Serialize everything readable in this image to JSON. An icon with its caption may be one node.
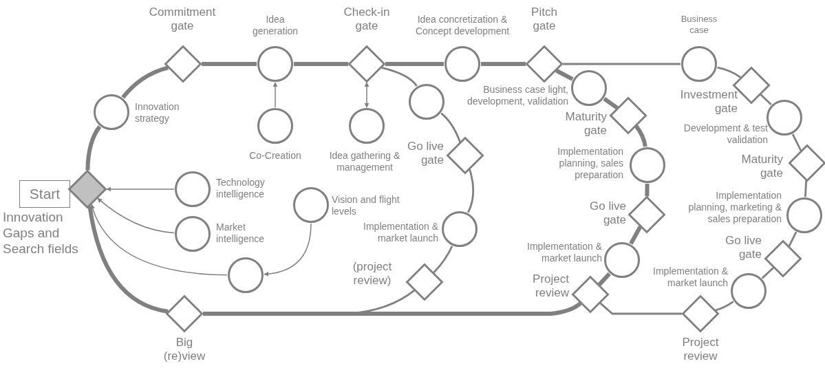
{
  "diagram": {
    "nodes": [
      {
        "text": [
          "Start"
        ]
      },
      {
        "text": [],
        "shape": "diamond",
        "beside": [
          "Innovation Gaps and Search fields"
        ]
      },
      {
        "text": [],
        "shape": "circle",
        "beside": [
          "Innovation strategy"
        ]
      },
      {
        "text": [],
        "shape": "diamond",
        "beside": [
          "Commitment gate"
        ]
      },
      {
        "text": [],
        "shape": "circle",
        "beside": [
          "Idea generation"
        ]
      },
      {
        "text": [],
        "shape": "circle",
        "beside": [
          "Co-Creation"
        ]
      },
      {
        "text": [],
        "shape": "diamond",
        "beside": [
          "Check-in gate"
        ]
      },
      {
        "text": [],
        "shape": "circle",
        "beside": [
          "Idea gathering & management"
        ]
      },
      {
        "text": [],
        "shape": "circle",
        "beside": [
          "Idea concretization & Concept development"
        ]
      },
      {
        "text": [],
        "shape": "diamond",
        "beside": [
          "Pitch gate"
        ]
      },
      {
        "text": [],
        "shape": "circle",
        "beside": [
          "Business case"
        ]
      },
      {
        "text": [],
        "shape": "circle"
      },
      {
        "text": [],
        "shape": "circle",
        "beside": [
          "Business case light, development, validation"
        ]
      },
      {
        "text": [],
        "shape": "diamond",
        "beside": [
          "Investment gate"
        ]
      },
      {
        "text": [],
        "shape": "circle",
        "beside": [
          "Development & test validation"
        ]
      },
      {
        "text": [],
        "shape": "diamond",
        "beside": [
          "Maturity gate"
        ]
      },
      {
        "text": [],
        "shape": "diamond",
        "beside": [
          "Go live gate"
        ]
      },
      {
        "text": [],
        "shape": "diamond",
        "beside": [
          "Maturity gate"
        ]
      },
      {
        "text": [],
        "shape": "circle",
        "beside": [
          "Implementation planning, sales preparation"
        ]
      },
      {
        "text": [],
        "shape": "circle",
        "beside": [
          "Technology intelligence"
        ]
      },
      {
        "text": [],
        "shape": "circle",
        "beside": [
          "Vision and flight levels"
        ]
      },
      {
        "text": [],
        "shape": "diamond",
        "beside": [
          "Go live gate"
        ]
      },
      {
        "text": [],
        "shape": "circle",
        "beside": [
          "Implementation planning, marketing & sales preparation"
        ]
      },
      {
        "text": [],
        "shape": "circle",
        "beside": [
          "Implementation & market launch"
        ]
      },
      {
        "text": [],
        "shape": "circle",
        "beside": [
          "Market intelligence"
        ]
      },
      {
        "text": [],
        "shape": "diamond",
        "beside": [
          "Go live gate"
        ]
      },
      {
        "text": [],
        "shape": "circle",
        "beside": [
          "Implementation & market launch"
        ]
      },
      {
        "text": [],
        "shape": "circle"
      },
      {
        "text": [],
        "shape": "diamond",
        "beside": [
          "(project review)"
        ]
      },
      {
        "text": [],
        "shape": "circle",
        "beside": [
          "Implementation & market launch"
        ]
      },
      {
        "text": [],
        "shape": "diamond",
        "beside": [
          "Project review"
        ]
      },
      {
        "text": [],
        "shape": "diamond",
        "beside": [
          "Big (re)view"
        ]
      },
      {
        "text": [],
        "shape": "diamond",
        "beside": [
          "Project review"
        ]
      }
    ],
    "edges": [
      {
        "from": 1,
        "to": 2,
        "arrow": "none",
        "style": "thick"
      },
      {
        "from": 2,
        "to": 3,
        "arrow": "none",
        "style": "thick"
      },
      {
        "from": 3,
        "to": 4,
        "arrow": "none",
        "style": "thick"
      },
      {
        "from": 4,
        "to": 6,
        "arrow": "none",
        "style": "thick"
      },
      {
        "from": 6,
        "to": 8,
        "arrow": "none",
        "style": "thick"
      },
      {
        "from": 8,
        "to": 9,
        "arrow": "none",
        "style": "thick"
      },
      {
        "from": 9,
        "to": 12,
        "arrow": "none",
        "style": "thick"
      },
      {
        "from": 12,
        "to": 15,
        "arrow": "none",
        "style": "thick"
      },
      {
        "from": 15,
        "to": 18,
        "arrow": "none",
        "style": "thick"
      },
      {
        "from": 18,
        "to": 21,
        "arrow": "none",
        "style": "thick"
      },
      {
        "from": 21,
        "to": 26,
        "arrow": "none",
        "style": "thick"
      },
      {
        "from": 26,
        "to": 30,
        "arrow": "none",
        "style": "thick"
      },
      {
        "from": 30,
        "to": 31,
        "arrow": "none",
        "style": "thick"
      },
      {
        "from": 31,
        "to": 1,
        "arrow": "none",
        "style": "thick"
      },
      {
        "from": 6,
        "to": 11,
        "arrow": "none"
      },
      {
        "from": 11,
        "to": 16,
        "arrow": "none"
      },
      {
        "from": 16,
        "to": 23,
        "arrow": "none"
      },
      {
        "from": 23,
        "to": 28,
        "arrow": "none"
      },
      {
        "from": 28,
        "to": 31,
        "arrow": "none"
      },
      {
        "from": 9,
        "to": 10,
        "arrow": "none"
      },
      {
        "from": 10,
        "to": 13,
        "arrow": "none"
      },
      {
        "from": 13,
        "to": 14,
        "arrow": "none"
      },
      {
        "from": 14,
        "to": 17,
        "arrow": "none"
      },
      {
        "from": 17,
        "to": 22,
        "arrow": "none"
      },
      {
        "from": 22,
        "to": 25,
        "arrow": "none"
      },
      {
        "from": 25,
        "to": 29,
        "arrow": "none"
      },
      {
        "from": 29,
        "to": 32,
        "arrow": "none"
      },
      {
        "from": 32,
        "to": 30,
        "arrow": "none"
      },
      {
        "from": 5,
        "to": 4,
        "arrow": "to"
      },
      {
        "from": 7,
        "to": 6,
        "arrow": "both"
      },
      {
        "from": 19,
        "to": 1,
        "arrow": "to"
      },
      {
        "from": 24,
        "to": 1,
        "arrow": "to"
      },
      {
        "from": 27,
        "to": 1,
        "arrow": "to"
      },
      {
        "from": 20,
        "to": 27,
        "arrow": "to"
      }
    ]
  }
}
